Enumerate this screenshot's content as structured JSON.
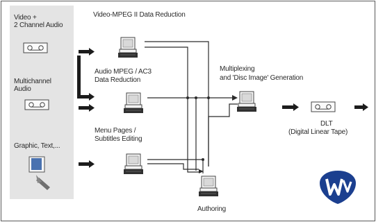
{
  "sources": {
    "video_audio": [
      "Video +",
      "2 Channel Audio"
    ],
    "multichannel": [
      "Multichannel",
      "Audio"
    ],
    "graphic": "Graphic, Text,..."
  },
  "stages": {
    "video_reduction": "Video-MPEG II Data Reduction",
    "audio_reduction": [
      "Audio MPEG / AC3",
      "Data Reduction"
    ],
    "menu_editing": [
      "Menu Pages /",
      "Subtitles Editing"
    ],
    "multiplexing": [
      "Multiplexing",
      "and 'Disc Image' Generation"
    ],
    "authoring": "Authoring"
  },
  "output": {
    "dlt": "DLT",
    "dlt_full": "(Digital Linear Tape)"
  },
  "colors": {
    "logo": "#1b3f8f",
    "panel": "#e4e4e4",
    "ink": "#2b2b2b"
  }
}
